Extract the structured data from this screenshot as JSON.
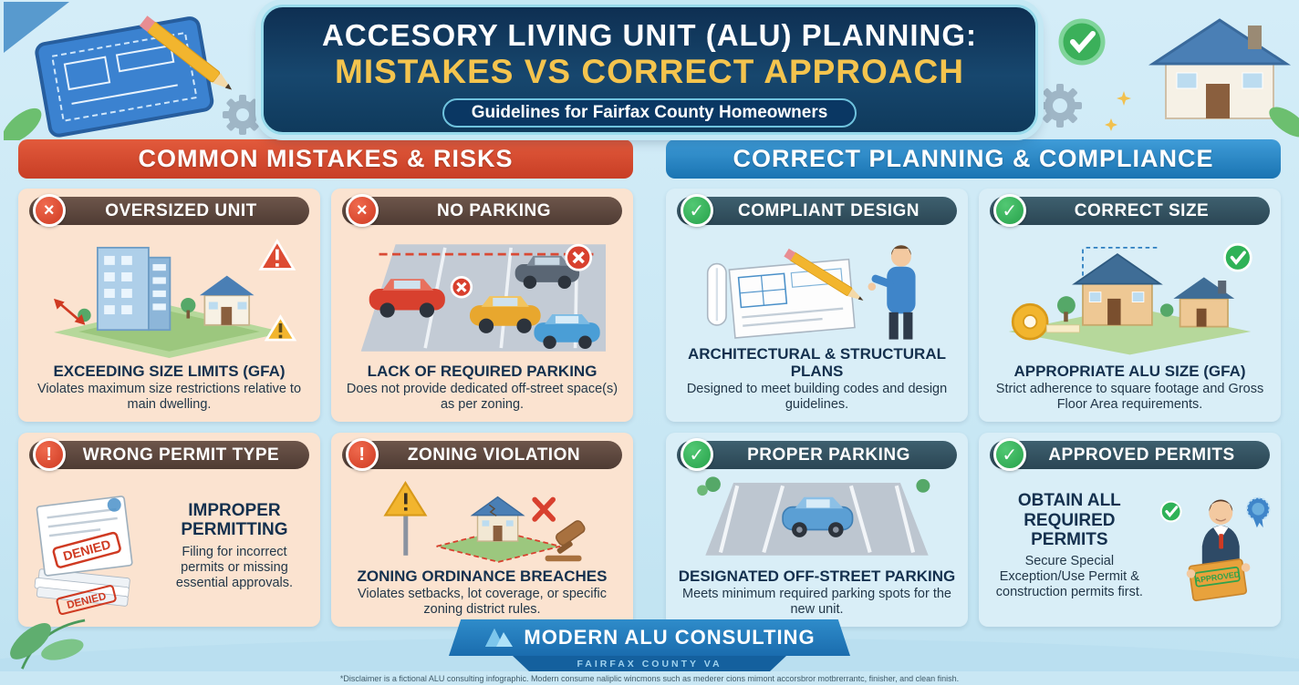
{
  "header": {
    "title_line1": "ACCESORY LIVING UNIT (ALU) PLANNING:",
    "title_line2": "MISTAKES VS CORRECT APPROACH",
    "subtitle": "Guidelines for Fairfax County Homeowners"
  },
  "mistakes": {
    "banner": "COMMON MISTAKES & RISKS",
    "cards": [
      {
        "badge_glyph": "×",
        "title": "OVERSIZED UNIT",
        "heading": "EXCEEDING SIZE LIMITS (GFA)",
        "description": "Violates maximum size restrictions relative to main dwelling."
      },
      {
        "badge_glyph": "×",
        "title": "NO PARKING",
        "heading": "LACK OF REQUIRED PARKING",
        "description": "Does not provide dedicated off-street space(s) as per zoning."
      },
      {
        "badge_glyph": "!",
        "title": "WRONG PERMIT TYPE",
        "heading": "IMPROPER PERMITTING",
        "description": "Filing for incorrect permits or missing essential approvals.",
        "stamp": "DENIED"
      },
      {
        "badge_glyph": "!",
        "title": "ZONING VIOLATION",
        "heading": "ZONING ORDINANCE BREACHES",
        "description": "Violates setbacks, lot coverage, or specific zoning district rules."
      }
    ]
  },
  "correct": {
    "banner": "CORRECT PLANNING & COMPLIANCE",
    "cards": [
      {
        "badge_glyph": "✓",
        "title": "COMPLIANT DESIGN",
        "heading": "ARCHITECTURAL & STRUCTURAL PLANS",
        "description": "Designed to meet building codes and design guidelines."
      },
      {
        "badge_glyph": "✓",
        "title": "CORRECT SIZE",
        "heading": "APPROPRIATE ALU SIZE (GFA)",
        "description": "Strict adherence to square footage and Gross Floor Area requirements."
      },
      {
        "badge_glyph": "✓",
        "title": "PROPER PARKING",
        "heading": "DESIGNATED OFF-STREET PARKING",
        "description": "Meets minimum required parking spots for the new unit."
      },
      {
        "badge_glyph": "✓",
        "title": "APPROVED PERMITS",
        "heading": "OBTAIN ALL REQUIRED PERMITS",
        "description": "Secure Special Exception/Use Permit & construction permits first.",
        "stamp": "APPROVED"
      }
    ]
  },
  "footer": {
    "brand": "MODERN ALU CONSULTING",
    "location": "FAIRFAX COUNTY VA",
    "disclaimer": "*Disclaimer is a fictional ALU consulting infographic. Modern consume naliplic wincmons such as mederer cions mimont accorsbror motbrerrantc, finisher, and clean finish."
  },
  "colors": {
    "mistake_red": "#d0452c",
    "correct_blue": "#1f7fc0",
    "success_green": "#2fb257",
    "warning_gold": "#f2b52e",
    "header_navy": "#103452",
    "title_gold": "#f4c44e"
  }
}
